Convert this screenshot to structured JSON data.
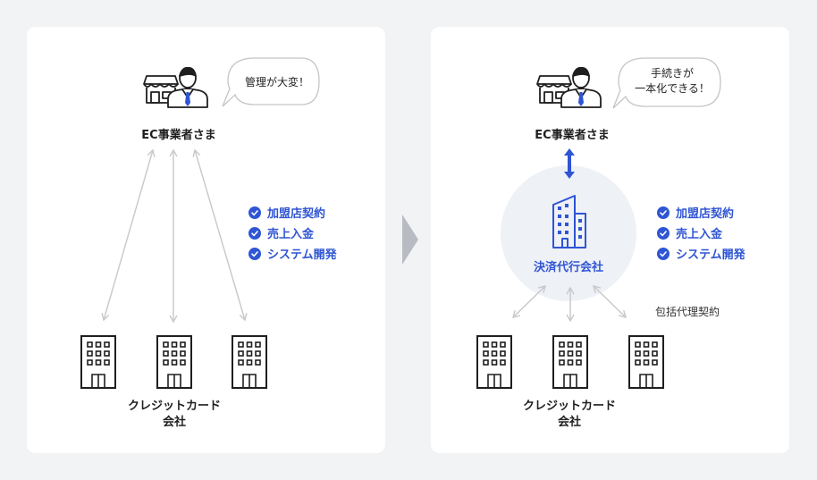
{
  "left": {
    "merchant_label": "EC事業者さま",
    "bubble_text": "管理が大変！",
    "checks": [
      "加盟店契約",
      "売上入金",
      "システム開発"
    ],
    "card_label_line1": "クレジットカード",
    "card_label_line2": "会社"
  },
  "right": {
    "merchant_label": "EC事業者さま",
    "bubble_line1": "手続きが",
    "bubble_line2": "一本化できる！",
    "payment_label": "決済代行会社",
    "checks": [
      "加盟店契約",
      "売上入金",
      "システム開発"
    ],
    "contract_label": "包括代理契約",
    "card_label_line1": "クレジットカード",
    "card_label_line2": "会社"
  },
  "colors": {
    "accent": "#2f55d4",
    "arrow_gray": "#c8c8c8",
    "panel_bg": "#ffffff",
    "page_bg": "#f2f3f5",
    "circle_bg": "#eef1f6"
  },
  "icons": [
    "shop-icon",
    "businessman-icon",
    "speech-bubble-icon",
    "check-icon",
    "building-icon",
    "double-arrow-icon",
    "chevron-right-icon"
  ]
}
